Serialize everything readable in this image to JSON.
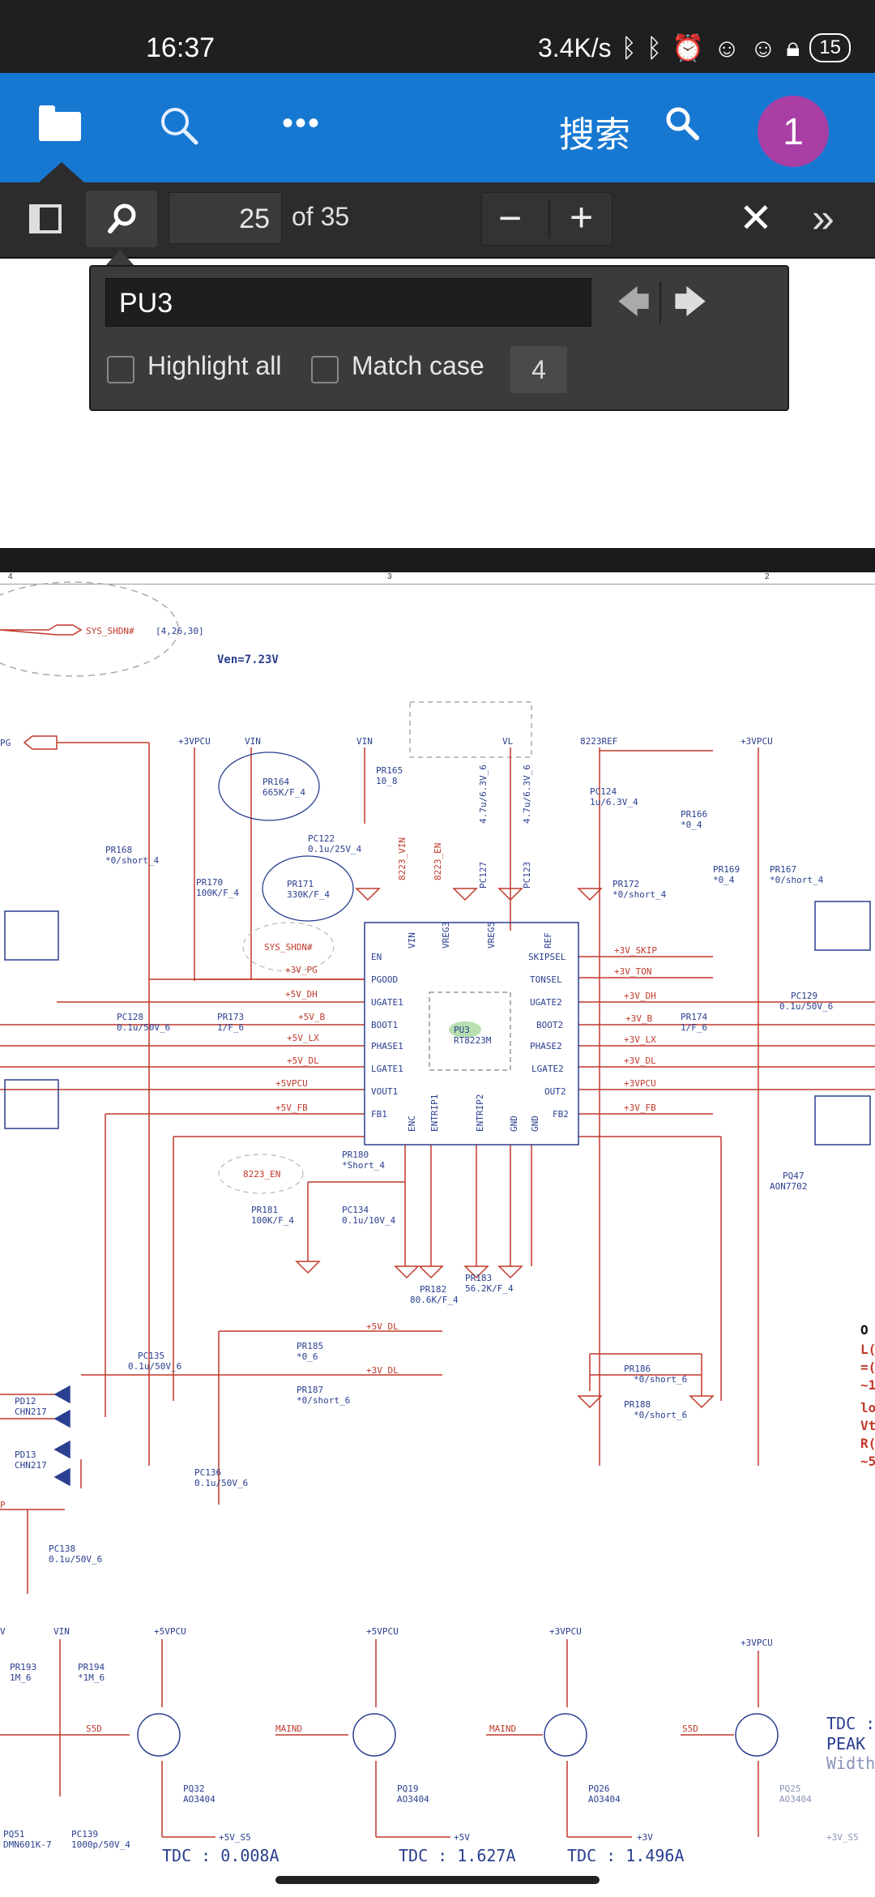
{
  "status_bar": {
    "time": "16:37",
    "net_speed": "3.4K/s",
    "notif_count": "15"
  },
  "app_bar": {
    "search_label": "搜索",
    "avatar_text": "1"
  },
  "toolbar": {
    "page_number": "25",
    "of_pages": "of 35",
    "zoom_out": "−",
    "zoom_in": "+",
    "close": "✕",
    "more": "»"
  },
  "find_bar": {
    "query": "PU3",
    "highlight_all_label": "Highlight all",
    "match_case_label": "Match case",
    "match_count": "4"
  },
  "schematic": {
    "ruler": [
      "4",
      "3",
      "2"
    ],
    "labels": {
      "sys_shdn": "SYS_SHDN#",
      "sys_shdn_refs": "[4,26,30]",
      "ven": "Ven=7.23V",
      "pg": "PG",
      "p3vpcu_1": "+3VPCU",
      "vin_1": "VIN",
      "vin_2": "VIN",
      "vl": "VL",
      "ref8223": "8223REF",
      "p3vpcu_2": "+3VPCU",
      "pr164": "PR164",
      "pr164_val": "665K/F_4",
      "pr165": "PR165",
      "pr165_val": "10_8",
      "pr168": "PR168",
      "pr168_val": "*0/short_4",
      "pr170": "PR170",
      "pr170_val": "100K/F_4",
      "pc122": "PC122",
      "pc122_val": "0.1u/25V_4",
      "pr171": "PR171",
      "pr171_val": "330K/F_4",
      "vin8223": "8223_VIN",
      "en8223": "8223_EN",
      "pc127": "PC127",
      "pc123": "PC123",
      "cap_47_1": "4.7u/6.3V_6",
      "cap_47_2": "4.7u/6.3V_6",
      "pc124": "PC124",
      "pc124_val": "1u/6.3V_4",
      "pr166": "PR166",
      "pr166_val": "*0_4",
      "pr172": "PR172",
      "pr172_val": "*0/short_4",
      "pr169": "PR169",
      "pr169_val": "*0_4",
      "pr167": "PR167",
      "pr167_val": "*0/short_4",
      "ic_ref": "PU3",
      "ic_part": "RT8223M",
      "pin_en": "EN",
      "pin_pgood": "PGOOD",
      "pin_ugate1": "UGATE1",
      "pin_boot1": "BOOT1",
      "pin_phase1": "PHASE1",
      "pin_lgate1": "LGATE1",
      "pin_vout1": "VOUT1",
      "pin_fb1": "FB1",
      "pin_skipsel": "SKIPSEL",
      "pin_tonsel": "TONSEL",
      "pin_ugate2": "UGATE2",
      "pin_boot2": "BOOT2",
      "pin_phase2": "PHASE2",
      "pin_lgate2": "LGATE2",
      "pin_out2": "OUT2",
      "pin_fb2": "FB2",
      "pin_vin": "VIN",
      "pin_vreg3": "VREG3",
      "pin_vreg5": "VREG5",
      "pin_ref": "REF",
      "pin_enc": "ENC",
      "pin_entrip1": "ENTRIP1",
      "pin_entrip2": "ENTRIP2",
      "pin_gnd1": "GND",
      "pin_gnd2": "GND",
      "net_sys_shdn": "SYS_SHDN#",
      "net_3vpg": "+3V_PG",
      "net_5vdh": "+5V_DH",
      "net_5vb": "+5V_B",
      "net_5vlx": "+5V_LX",
      "net_5vdl": "+5V_DL",
      "net_5vpcu": "+5VPCU",
      "net_5vfb": "+5V_FB",
      "net_3vskip": "+3V_SKIP",
      "net_3vton": "+3V_TON",
      "net_3vdh": "+3V_DH",
      "net_3vb": "+3V_B",
      "net_3vlx": "+3V_LX",
      "net_3vdl": "+3V_DL",
      "net_3vpcu": "+3VPCU",
      "net_3vfb": "+3V_FB",
      "pc128": "PC128",
      "pc128_val": "0.1u/50V_6",
      "pr173": "PR173",
      "pr173_val": "1/F_6",
      "pr174": "PR174",
      "pr174_val": "1/F_6",
      "pc129": "PC129",
      "pc129_val": "0.1u/50V_6",
      "pq47": "PQ47",
      "pq47_val": "AON7702",
      "en8223_b": "8223_EN",
      "pr180": "PR180",
      "pr180_val": "*Short_4",
      "pr181": "PR181",
      "pr181_val": "100K/F_4",
      "pc134": "PC134",
      "pc134_val": "0.1u/10V_4",
      "pr182": "PR182",
      "pr182_val": "80.6K/F_4",
      "pr183": "PR183",
      "pr183_val": "56.2K/F_4",
      "pd12": "PD12",
      "pd12_val": "CHN217",
      "pd13": "PD13",
      "pd13_val": "CHN217",
      "pc135": "PC135",
      "pc135_val": "0.1u/50V_6",
      "pr185": "PR185",
      "pr185_val": "*0_6",
      "net_5vdl_b": "+5V_DL",
      "pr187": "PR187",
      "pr187_val": "*0/short_6",
      "net_3vdl_b": "+3V_DL",
      "pc136": "PC136",
      "pc136_val": "0.1u/50V_6",
      "pc138": "PC138",
      "pc138_val": "0.1u/50V_6",
      "pr186": "PR186",
      "pr186_val": "*0/short_6",
      "pr188": "PR188",
      "pr188_val": "*0/short_6",
      "note_o": "O",
      "note_l": "L(",
      "note_eq": "=(",
      "note_t1": "~1",
      "note_loc": "loc",
      "note_vt": "Vt",
      "note_r": "R(",
      "note_t5": "~5",
      "p_label": "P",
      "v_label": "V",
      "vin_3": "VIN",
      "p5vpcu_a": "+5VPCU",
      "p5vpcu_b": "+5VPCU",
      "p3vpcu_c": "+3VPCU",
      "p3vpcu_d": "+3VPCU",
      "pr193": "PR193",
      "pr193_val": "1M_6",
      "pr194": "PR194",
      "pr194_val": "*1M_6",
      "s5d_1": "S5D",
      "maind_1": "MAIND",
      "maind_2": "MAIND",
      "s5d_2": "S5D",
      "pq32": "PQ32",
      "pq32_val": "AO3404",
      "pq19": "PQ19",
      "pq19_val": "AO3404",
      "pq26": "PQ26",
      "pq26_val": "AO3404",
      "pq25": "PQ25",
      "pq25_val": "AO3404",
      "pq51": "PQ51",
      "pq51_val": "DMN601K-7",
      "pc139": "PC139",
      "pc139_val": "1000p/50V_4",
      "out_5vs5": "+5V_S5",
      "out_5v": "+5V",
      "out_3v": "+3V",
      "out_3vs5": "+3V_S5",
      "tdc_1": "TDC : 0.008A",
      "tdc_2": "TDC : 1.627A",
      "tdc_3": "TDC : 1.496A",
      "tdc_4": "TDC :",
      "peak": "PEAK",
      "width": "Width"
    }
  },
  "colors": {
    "appbar": "#1778d2",
    "avatar": "#a93fa5",
    "toolbar": "#2c2c2c",
    "wire_red": "#c0392b",
    "ic_blue": "#2a3f8f"
  }
}
